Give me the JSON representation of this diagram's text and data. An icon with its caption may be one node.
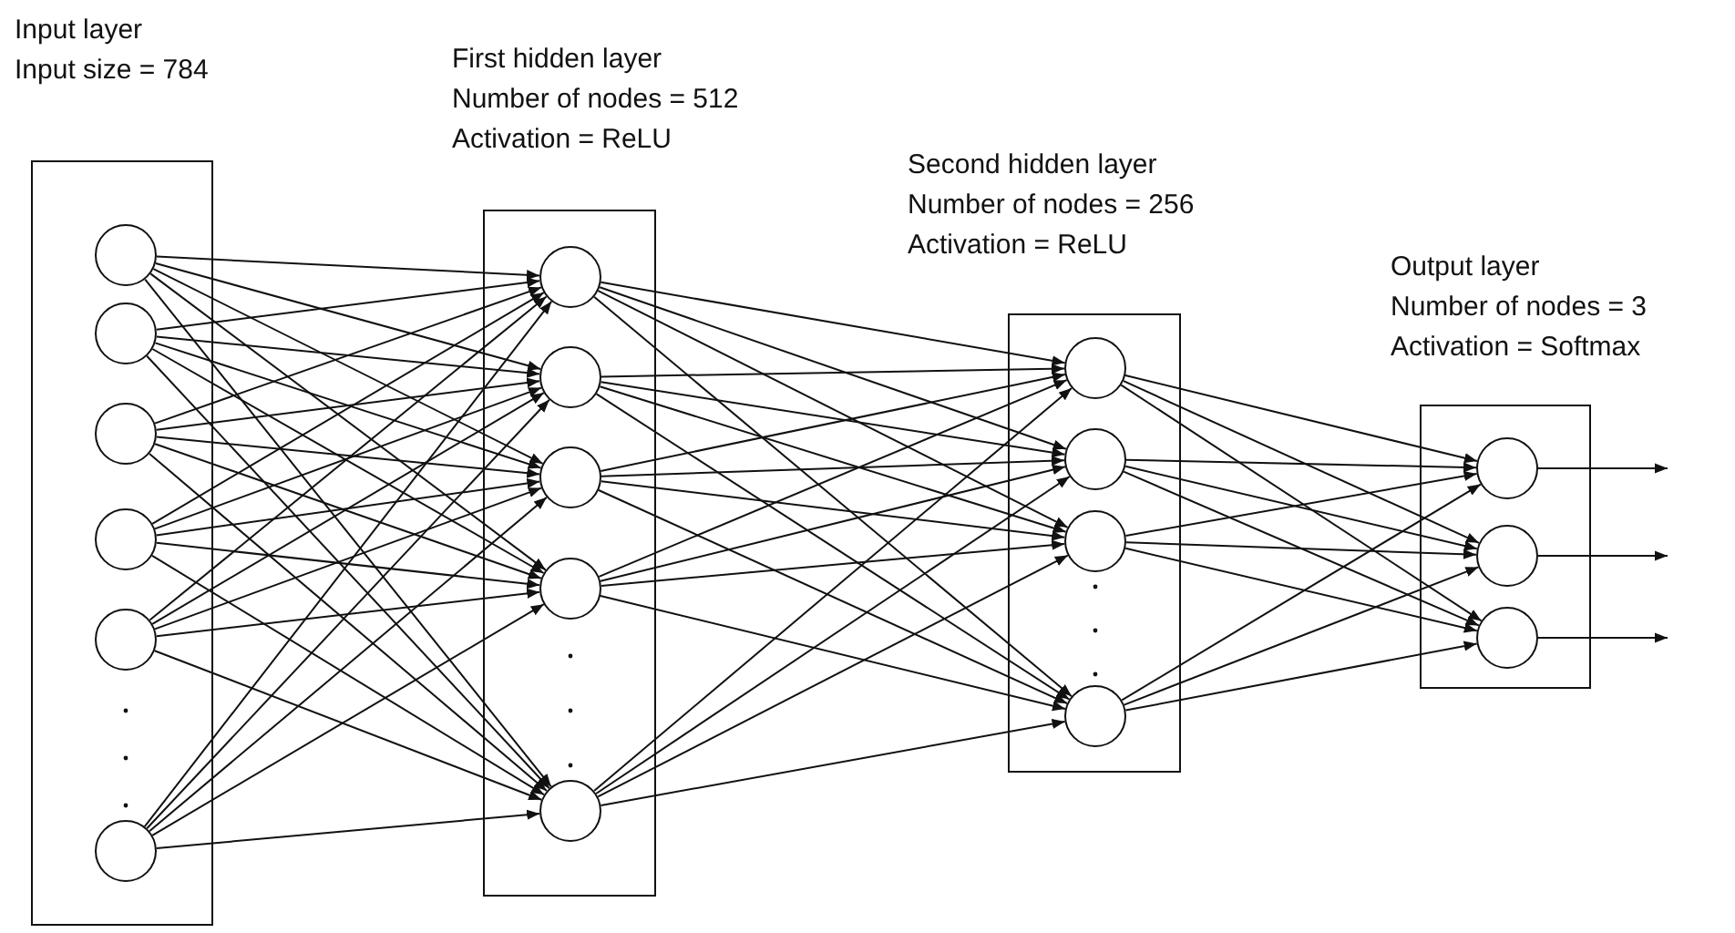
{
  "diagram": {
    "nodes": [
      {
        "text": [
          "Input layer",
          "Input size = 784"
        ]
      },
      {
        "text": [],
        "shape": "circle",
        "in": 0
      },
      {
        "text": [],
        "shape": "circle",
        "in": 0
      },
      {
        "text": [],
        "shape": "circle",
        "in": 0
      },
      {
        "text": [],
        "shape": "circle",
        "in": 0
      },
      {
        "text": [],
        "shape": "circle",
        "in": 0
      },
      {
        "text": [],
        "shape": "circle",
        "in": 0
      },
      {
        "text": [
          "First hidden layer",
          "Number of nodes = 512",
          "Activation = ReLU"
        ]
      },
      {
        "text": [],
        "shape": "circle",
        "in": 7
      },
      {
        "text": [],
        "shape": "circle",
        "in": 7
      },
      {
        "text": [],
        "shape": "circle",
        "in": 7
      },
      {
        "text": [],
        "shape": "circle",
        "in": 7
      },
      {
        "text": [],
        "shape": "circle",
        "in": 7
      },
      {
        "text": [
          "Second hidden layer",
          "Number of nodes = 256",
          "Activation = ReLU"
        ]
      },
      {
        "text": [],
        "shape": "circle",
        "in": 13
      },
      {
        "text": [],
        "shape": "circle",
        "in": 13
      },
      {
        "text": [],
        "shape": "circle",
        "in": 13
      },
      {
        "text": [],
        "shape": "circle",
        "in": 13
      },
      {
        "text": [
          "Output layer",
          "Number of nodes = 3",
          "Activation = Softmax"
        ]
      },
      {
        "text": [],
        "shape": "circle",
        "in": 18
      },
      {
        "text": [],
        "shape": "circle",
        "in": 18
      },
      {
        "text": [],
        "shape": "circle",
        "in": 18
      }
    ],
    "edges": [
      {
        "from": 1,
        "to": 8,
        "arrow": "to"
      },
      {
        "from": 1,
        "to": 9,
        "arrow": "to"
      },
      {
        "from": 1,
        "to": 10,
        "arrow": "to"
      },
      {
        "from": 1,
        "to": 11,
        "arrow": "to"
      },
      {
        "from": 1,
        "to": 12,
        "arrow": "to"
      },
      {
        "from": 2,
        "to": 8,
        "arrow": "to"
      },
      {
        "from": 2,
        "to": 9,
        "arrow": "to"
      },
      {
        "from": 2,
        "to": 10,
        "arrow": "to"
      },
      {
        "from": 2,
        "to": 11,
        "arrow": "to"
      },
      {
        "from": 2,
        "to": 12,
        "arrow": "to"
      },
      {
        "from": 3,
        "to": 8,
        "arrow": "to"
      },
      {
        "from": 3,
        "to": 9,
        "arrow": "to"
      },
      {
        "from": 3,
        "to": 10,
        "arrow": "to"
      },
      {
        "from": 3,
        "to": 11,
        "arrow": "to"
      },
      {
        "from": 3,
        "to": 12,
        "arrow": "to"
      },
      {
        "from": 4,
        "to": 8,
        "arrow": "to"
      },
      {
        "from": 4,
        "to": 9,
        "arrow": "to"
      },
      {
        "from": 4,
        "to": 10,
        "arrow": "to"
      },
      {
        "from": 4,
        "to": 11,
        "arrow": "to"
      },
      {
        "from": 4,
        "to": 12,
        "arrow": "to"
      },
      {
        "from": 5,
        "to": 8,
        "arrow": "to"
      },
      {
        "from": 5,
        "to": 9,
        "arrow": "to"
      },
      {
        "from": 5,
        "to": 10,
        "arrow": "to"
      },
      {
        "from": 5,
        "to": 11,
        "arrow": "to"
      },
      {
        "from": 5,
        "to": 12,
        "arrow": "to"
      },
      {
        "from": 6,
        "to": 8,
        "arrow": "to"
      },
      {
        "from": 6,
        "to": 9,
        "arrow": "to"
      },
      {
        "from": 6,
        "to": 10,
        "arrow": "to"
      },
      {
        "from": 6,
        "to": 11,
        "arrow": "to"
      },
      {
        "from": 6,
        "to": 12,
        "arrow": "to"
      },
      {
        "from": 8,
        "to": 14,
        "arrow": "to"
      },
      {
        "from": 8,
        "to": 15,
        "arrow": "to"
      },
      {
        "from": 8,
        "to": 16,
        "arrow": "to"
      },
      {
        "from": 8,
        "to": 17,
        "arrow": "to"
      },
      {
        "from": 9,
        "to": 14,
        "arrow": "to"
      },
      {
        "from": 9,
        "to": 15,
        "arrow": "to"
      },
      {
        "from": 9,
        "to": 16,
        "arrow": "to"
      },
      {
        "from": 9,
        "to": 17,
        "arrow": "to"
      },
      {
        "from": 10,
        "to": 14,
        "arrow": "to"
      },
      {
        "from": 10,
        "to": 15,
        "arrow": "to"
      },
      {
        "from": 10,
        "to": 16,
        "arrow": "to"
      },
      {
        "from": 10,
        "to": 17,
        "arrow": "to"
      },
      {
        "from": 11,
        "to": 14,
        "arrow": "to"
      },
      {
        "from": 11,
        "to": 15,
        "arrow": "to"
      },
      {
        "from": 11,
        "to": 16,
        "arrow": "to"
      },
      {
        "from": 11,
        "to": 17,
        "arrow": "to"
      },
      {
        "from": 12,
        "to": 14,
        "arrow": "to"
      },
      {
        "from": 12,
        "to": 15,
        "arrow": "to"
      },
      {
        "from": 12,
        "to": 16,
        "arrow": "to"
      },
      {
        "from": 12,
        "to": 17,
        "arrow": "to"
      },
      {
        "from": 14,
        "to": 19,
        "arrow": "to"
      },
      {
        "from": 14,
        "to": 20,
        "arrow": "to"
      },
      {
        "from": 14,
        "to": 21,
        "arrow": "to"
      },
      {
        "from": 15,
        "to": 19,
        "arrow": "to"
      },
      {
        "from": 15,
        "to": 20,
        "arrow": "to"
      },
      {
        "from": 15,
        "to": 21,
        "arrow": "to"
      },
      {
        "from": 16,
        "to": 19,
        "arrow": "to"
      },
      {
        "from": 16,
        "to": 20,
        "arrow": "to"
      },
      {
        "from": 16,
        "to": 21,
        "arrow": "to"
      },
      {
        "from": 17,
        "to": 19,
        "arrow": "to"
      },
      {
        "from": 17,
        "to": 20,
        "arrow": "to"
      },
      {
        "from": 17,
        "to": 21,
        "arrow": "to"
      },
      {
        "from": 19,
        "to": null,
        "arrow": "to"
      },
      {
        "from": 20,
        "to": null,
        "arrow": "to"
      },
      {
        "from": 21,
        "to": null,
        "arrow": "to"
      }
    ]
  }
}
